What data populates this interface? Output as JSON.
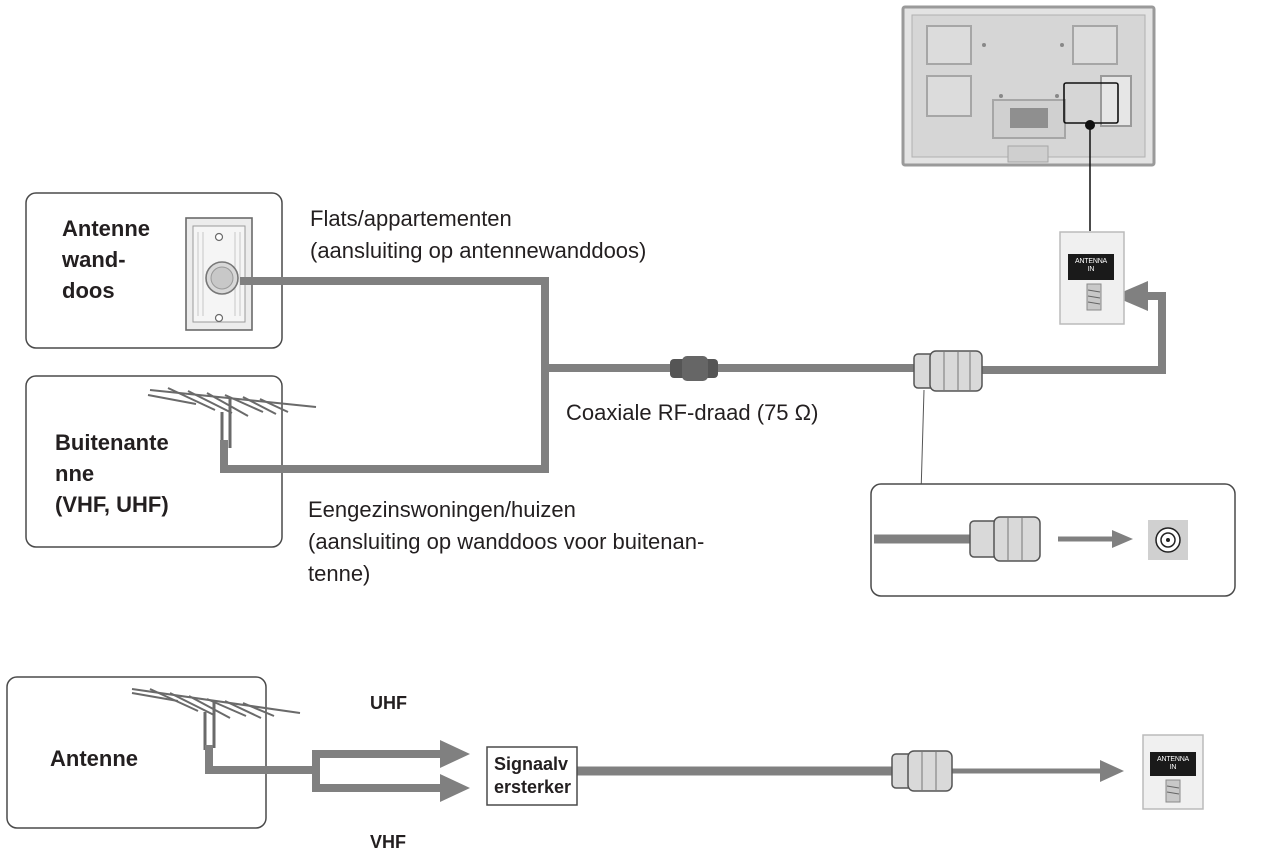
{
  "colors": {
    "cable": "#808080",
    "panel_border": "#4a4a4a",
    "text": "#231f20",
    "port_label_bg": "#1a1a1a"
  },
  "top_diagram": {
    "wall_box": {
      "title_lines": [
        "Antenne",
        "wand-",
        "doos"
      ]
    },
    "outdoor_box": {
      "title_lines": [
        "Buitenante",
        "nne",
        "(VHF, UHF)"
      ]
    },
    "flats_note": [
      "Flats/appartementen",
      "(aansluiting op antennewanddoos)"
    ],
    "cable_label": "Coaxiale RF-draad (75 Ω)",
    "houses_note": [
      "Eengezinswoningen/huizen",
      "(aansluiting op wanddoos voor buitenan-",
      "tenne)"
    ],
    "tv_port": [
      "ANTENNA",
      "IN"
    ]
  },
  "bottom_diagram": {
    "antenna_title": "Antenne",
    "uhf_label": "UHF",
    "vhf_label": "VHF",
    "amplifier_lines": [
      "Signaalv",
      "ersterker"
    ],
    "tv_port": [
      "ANTENNA",
      "IN"
    ]
  }
}
